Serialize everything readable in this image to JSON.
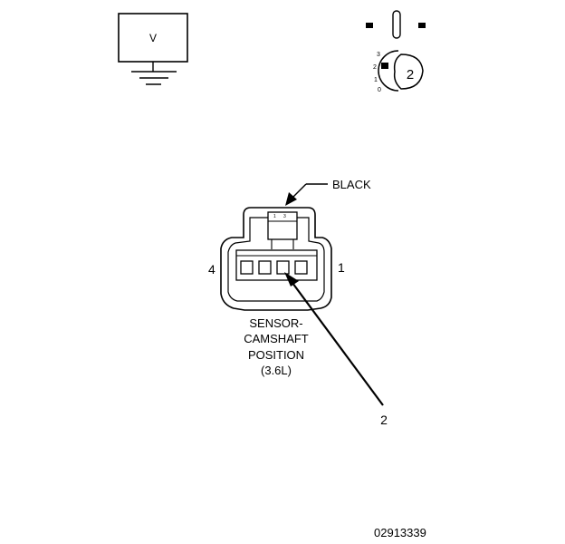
{
  "voltmeter": {
    "label": "V",
    "ground_symbol": "ground-icon"
  },
  "ignition_switch": {
    "positions": [
      "3",
      "2",
      "1",
      "0"
    ],
    "callout": "2"
  },
  "connector": {
    "color_label": "BLACK",
    "pin_left": "4",
    "pin_right": "1",
    "name_lines": [
      "SENSOR-",
      "CAMSHAFT",
      "POSITION",
      "(3.6L)"
    ],
    "pointer_callout": "2",
    "top_marks": [
      "1",
      "3"
    ]
  },
  "figure_id": "02913339"
}
